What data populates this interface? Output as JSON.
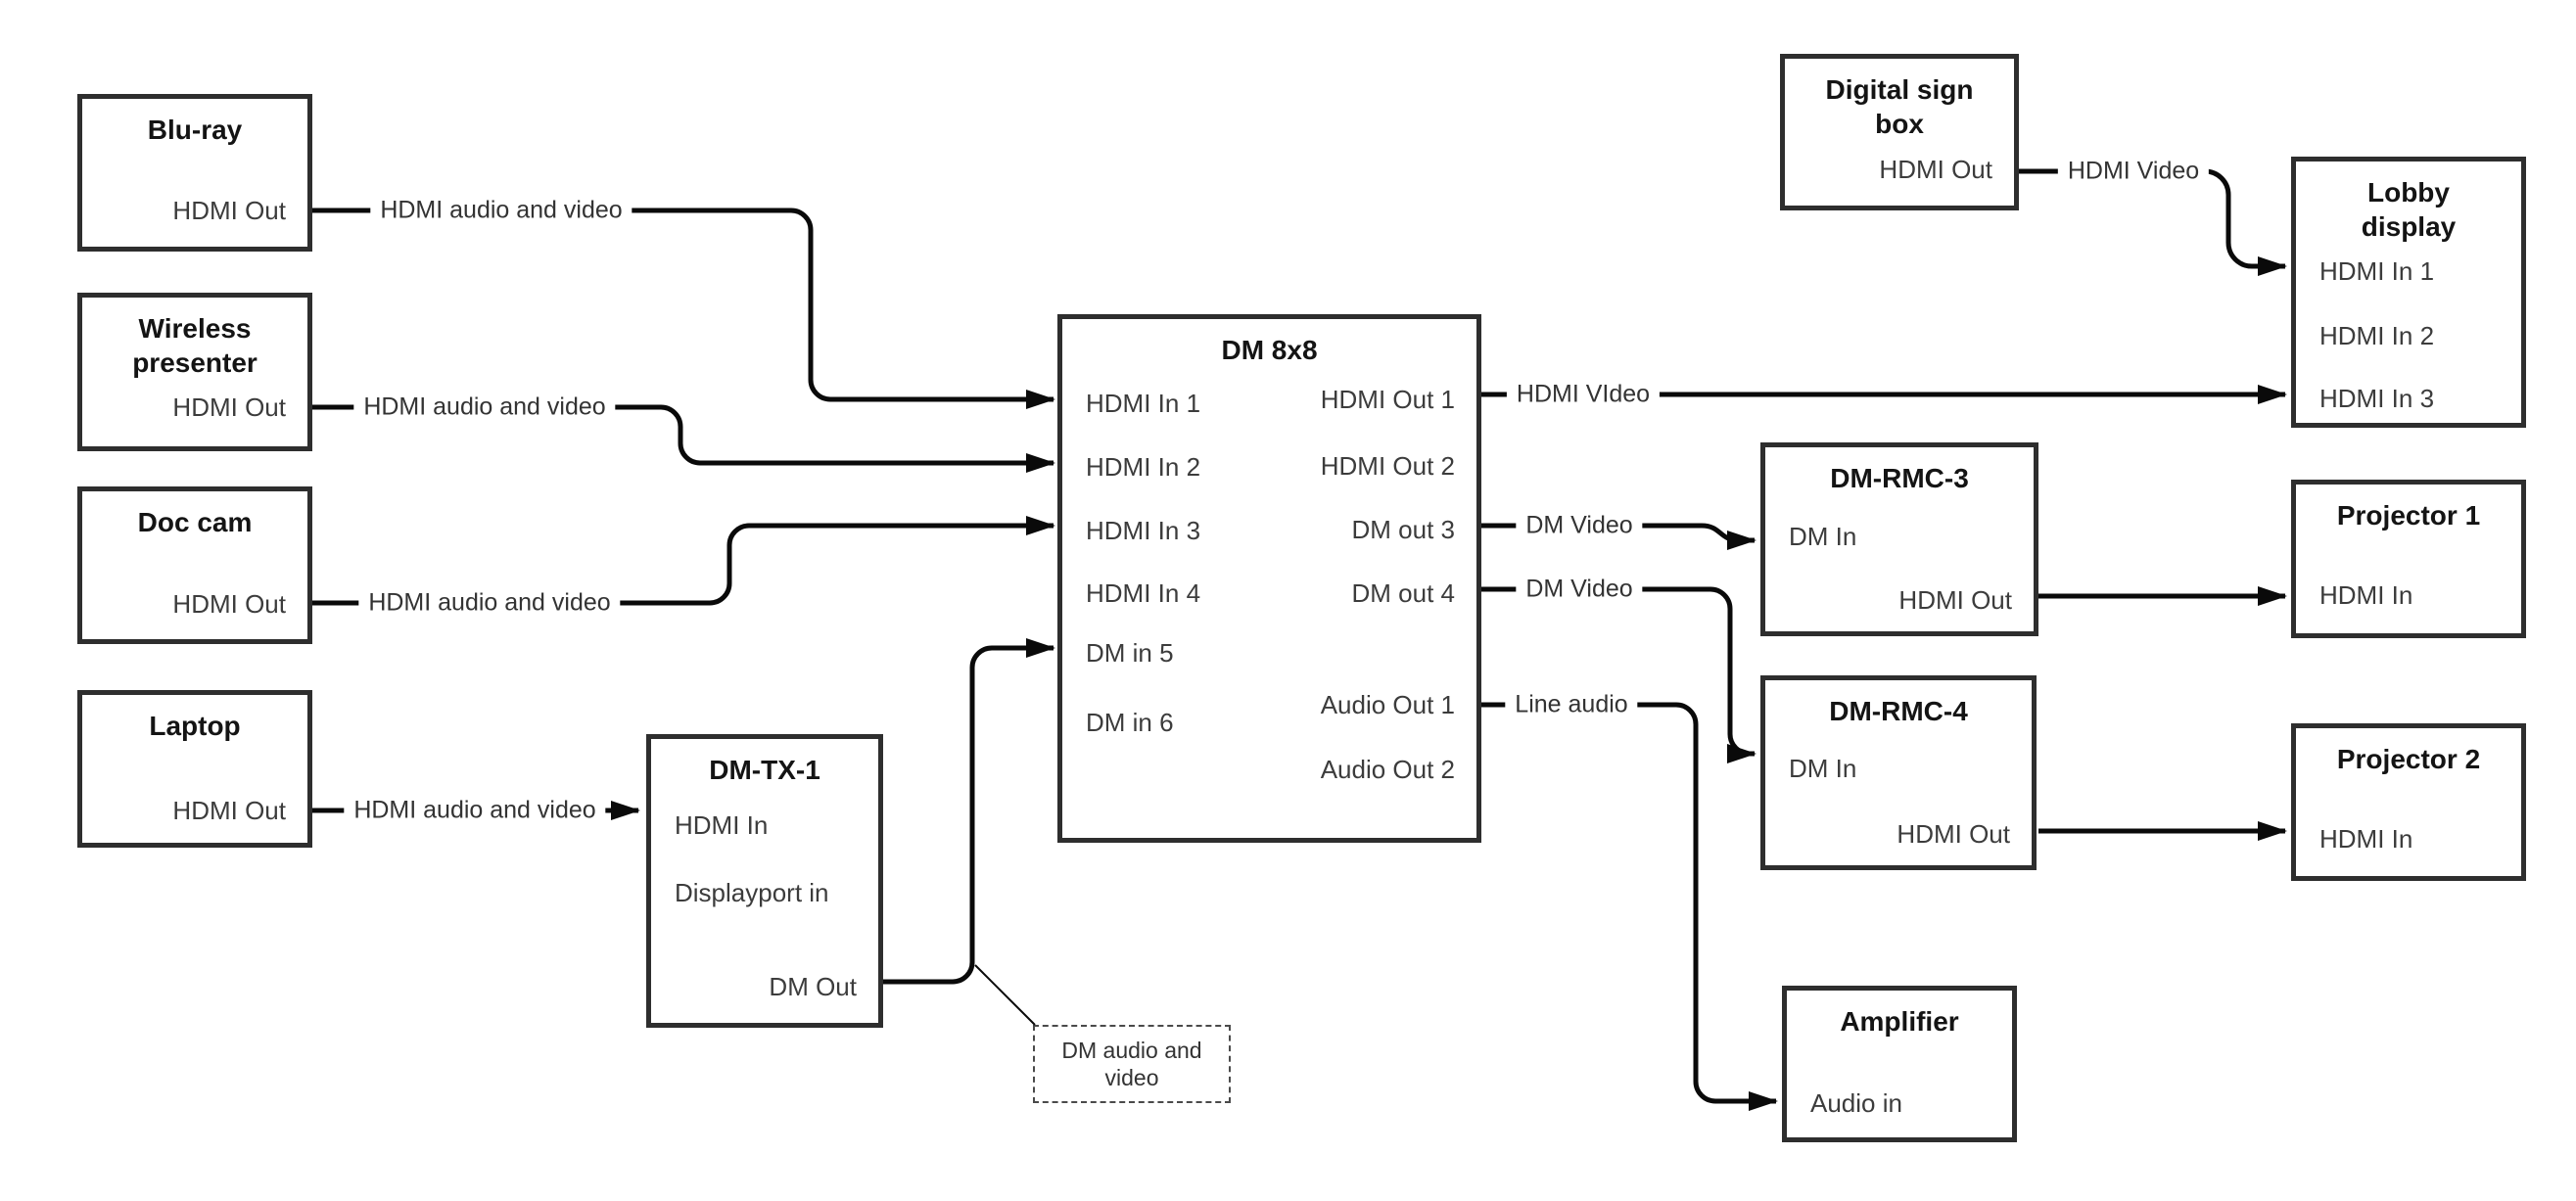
{
  "colors": {
    "background": "#ffffff",
    "box_border": "#2e2e2e",
    "wire": "#0a0a0a",
    "title_text": "#141414",
    "port_text": "#3c3c3c"
  },
  "nodes": {
    "bluray": {
      "title": "Blu-ray",
      "ports": {
        "out": "HDMI Out"
      }
    },
    "wireless": {
      "title": "Wireless presenter",
      "ports": {
        "out": "HDMI Out"
      }
    },
    "doccam": {
      "title": "Doc cam",
      "ports": {
        "out": "HDMI Out"
      }
    },
    "laptop": {
      "title": "Laptop",
      "ports": {
        "out": "HDMI Out"
      }
    },
    "dmtx1": {
      "title": "DM-TX-1",
      "ports": {
        "in1": "HDMI In",
        "in2": "Displayport in",
        "out": "DM Out"
      }
    },
    "dm8x8": {
      "title": "DM 8x8",
      "ports": {
        "in1": "HDMI In 1",
        "in2": "HDMI In 2",
        "in3": "HDMI In 3",
        "in4": "HDMI In 4",
        "in5": "DM in 5",
        "in6": "DM in 6",
        "out1": "HDMI Out 1",
        "out2": "HDMI Out 2",
        "out3": "DM out 3",
        "out4": "DM out 4",
        "aout1": "Audio Out 1",
        "aout2": "Audio Out 2"
      }
    },
    "digitalsign": {
      "title": "Digital sign box",
      "ports": {
        "out": "HDMI Out"
      }
    },
    "lobby": {
      "title": "Lobby display",
      "ports": {
        "in1": "HDMI In 1",
        "in2": "HDMI In 2",
        "in3": "HDMI In 3"
      }
    },
    "rmc3": {
      "title": "DM-RMC-3",
      "ports": {
        "in": "DM In",
        "out": "HDMI Out"
      }
    },
    "rmc4": {
      "title": "DM-RMC-4",
      "ports": {
        "in": "DM In",
        "out": "HDMI Out"
      }
    },
    "proj1": {
      "title": "Projector 1",
      "ports": {
        "in": "HDMI In"
      }
    },
    "proj2": {
      "title": "Projector 2",
      "ports": {
        "in": "HDMI In"
      }
    },
    "amp": {
      "title": "Amplifier",
      "ports": {
        "in": "Audio in"
      }
    }
  },
  "edge_labels": [
    {
      "text": "HDMI audio and video"
    },
    {
      "text": "HDMI audio and video"
    },
    {
      "text": "HDMI audio and video"
    },
    {
      "text": "HDMI audio and video"
    },
    {
      "text": "HDMI VIdeo"
    },
    {
      "text": "DM Video"
    },
    {
      "text": "DM Video"
    },
    {
      "text": "Line audio"
    },
    {
      "text": "HDMI Video"
    }
  ],
  "note": {
    "text": "DM audio and video"
  }
}
